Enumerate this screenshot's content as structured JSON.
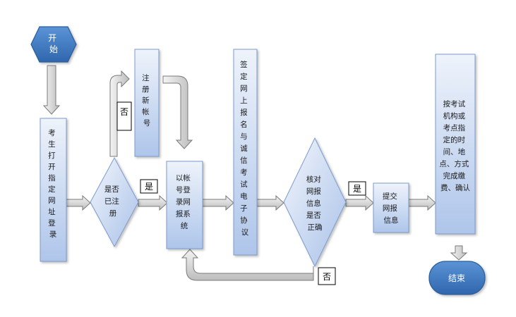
{
  "nodes": {
    "start": {
      "text": [
        "开",
        "始"
      ]
    },
    "step1": {
      "text": [
        "考",
        "生",
        "打",
        "开",
        "指",
        "定",
        "网",
        "址",
        "登",
        "录"
      ]
    },
    "decision1": {
      "text": [
        "是否",
        "已注",
        "册"
      ]
    },
    "register": {
      "text": [
        "注",
        "册",
        "新",
        "帐",
        "号"
      ]
    },
    "login": {
      "text": [
        "以帐",
        "号登",
        "录网",
        "报系",
        "统"
      ]
    },
    "sign": {
      "text": [
        "签",
        "定",
        "网",
        "上",
        "报",
        "名",
        "与",
        "诚",
        "信",
        "考",
        "试",
        "电",
        "子",
        "协",
        "议"
      ]
    },
    "decision2": {
      "text": [
        "核对",
        "网报",
        "信息",
        "是否",
        "正确"
      ]
    },
    "submit": {
      "text": [
        "提交",
        "网报",
        "信息"
      ]
    },
    "pay": {
      "text": [
        "按考试",
        "机构或",
        "考点指",
        "定的时",
        "间、地",
        "点、方式",
        "完成缴",
        "费、确认"
      ]
    },
    "end": {
      "text": [
        "结束"
      ]
    }
  },
  "labels": {
    "no_register": "否",
    "yes_registered": "是",
    "yes_correct": "是",
    "no_correct": "否"
  },
  "colors": {
    "box_top": "#eef3fb",
    "box_bottom": "#aec5ea",
    "box_stroke": "#7b9bcc",
    "terminal_fill": "#3d78bf",
    "terminal_stroke": "#2a5d9c",
    "arrow_fill": "#d7d7d7",
    "arrow_stroke": "#7a7a7a"
  }
}
